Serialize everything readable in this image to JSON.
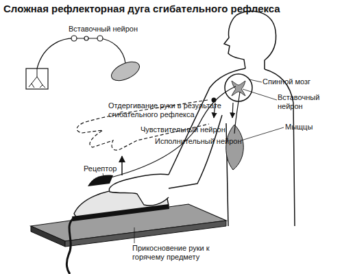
{
  "diagram": {
    "title": "Сложная рефлекторная дуга сгибательного рефлекса",
    "labels": [
      "Вставочный нейрон",
      "Спинной мозг",
      "Вставочный нейрон",
      "Мыщцы",
      "Отдергивание руки в результате сгибательного рефлекса",
      "Чувствительный нейрон",
      "Исполнительный нейрон",
      "Рецептор",
      "Прикосновение руки к горячему предмету"
    ]
  }
}
